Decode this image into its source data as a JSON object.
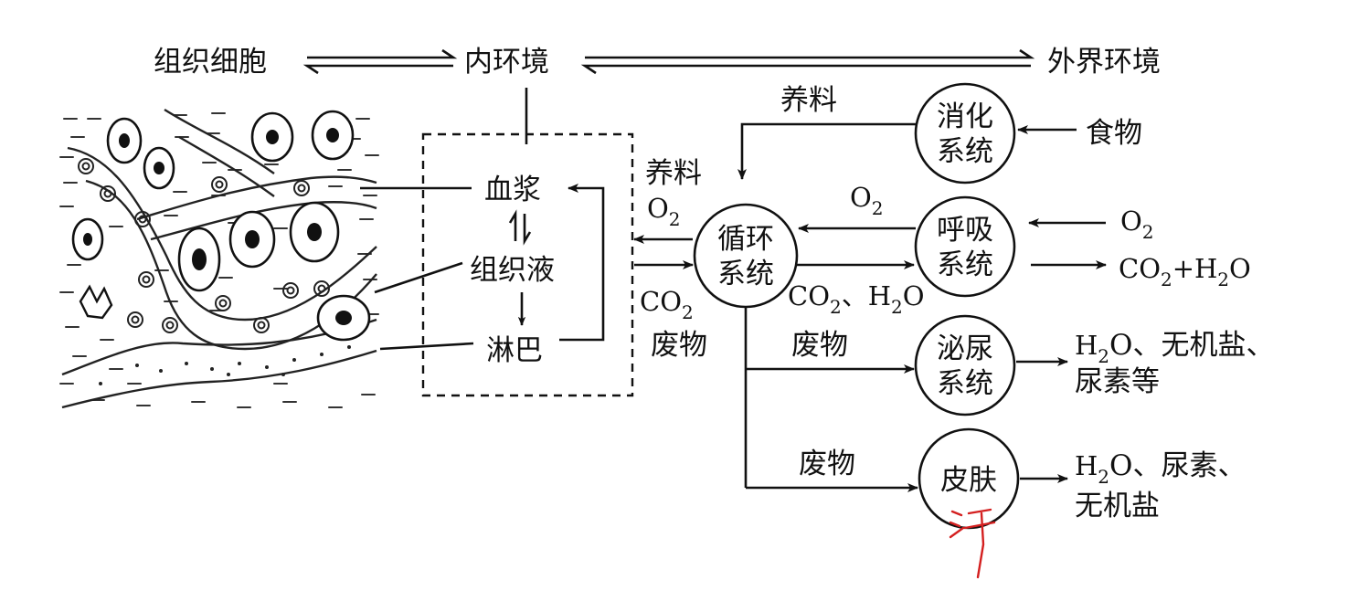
{
  "top": {
    "left": "组织细胞",
    "middle": "内环境",
    "right": "外界环境"
  },
  "inner": {
    "plasma": "血浆",
    "tissue_fluid": "组织液",
    "lymph": "淋巴"
  },
  "circulatory_inputs": {
    "nutrients": "养料",
    "o2_main": "O",
    "o2_sub": "2"
  },
  "circulatory_outputs": {
    "co2_main": "CO",
    "co2_sub": "2",
    "waste": "废物"
  },
  "systems": {
    "circulatory": [
      "循环",
      "系统"
    ],
    "digestive": [
      "消化",
      "系统"
    ],
    "respiratory": [
      "呼吸",
      "系统"
    ],
    "urinary": [
      "泌尿",
      "系统"
    ],
    "skin": [
      "皮肤"
    ]
  },
  "flows": {
    "digestive_to_circ": "养料",
    "food": "食物",
    "resp_to_circ_main": "O",
    "resp_to_circ_sub": "2",
    "circ_to_resp": {
      "p1": "CO",
      "s1": "2",
      "p2": "、H",
      "s2": "2",
      "p3": "O"
    },
    "waste_to_urinary": "废物",
    "waste_to_skin": "废物",
    "o2_in_main": "O",
    "o2_in_sub": "2",
    "resp_out": {
      "p1": "CO",
      "s1": "2",
      "p2": "+H",
      "s2": "2",
      "p3": "O"
    },
    "urinary_out_line1": {
      "p1": "H",
      "s1": "2",
      "p2": "O、无机盐、"
    },
    "urinary_out_line2": "尿素等",
    "skin_out_line1": {
      "p1": "H",
      "s1": "2",
      "p2": "O、尿素、"
    },
    "skin_out_line2": "无机盐"
  },
  "colors": {
    "ink": "#111111",
    "annotation": "#d42020"
  }
}
